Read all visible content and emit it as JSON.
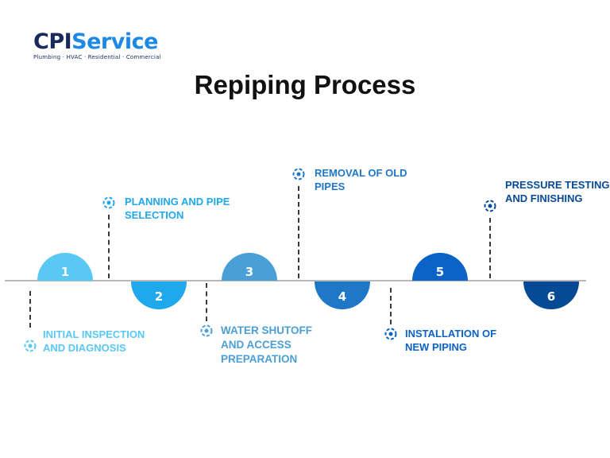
{
  "brand": {
    "name_part1": "CPI",
    "name_part2": "Service",
    "tagline": "Plumbing · HVAC · Residential · Commercial"
  },
  "title": "Repiping Process",
  "colors": {
    "step1": "#5ac8f5",
    "step2": "#1fa8ec",
    "step3": "#4a9fd6",
    "step4": "#1f77c7",
    "step5": "#0b63c7",
    "step6": "#064a95",
    "axis": "#b8b8b8",
    "title": "#111111"
  },
  "steps": [
    {
      "number": "1",
      "label_line1": "INITIAL INSPECTION",
      "label_line2": "AND DIAGNOSIS",
      "label_line3": ""
    },
    {
      "number": "2",
      "label_line1": "PLANNING AND PIPE",
      "label_line2": "SELECTION",
      "label_line3": ""
    },
    {
      "number": "3",
      "label_line1": "WATER SHUTOFF",
      "label_line2": "AND ACCESS",
      "label_line3": "PREPARATION"
    },
    {
      "number": "4",
      "label_line1": "REMOVAL OF OLD",
      "label_line2": "PIPES",
      "label_line3": ""
    },
    {
      "number": "5",
      "label_line1": "INSTALLATION OF",
      "label_line2": "NEW PIPING",
      "label_line3": ""
    },
    {
      "number": "6",
      "label_line1": "PRESSURE TESTING",
      "label_line2": "AND FINISHING",
      "label_line3": ""
    }
  ]
}
